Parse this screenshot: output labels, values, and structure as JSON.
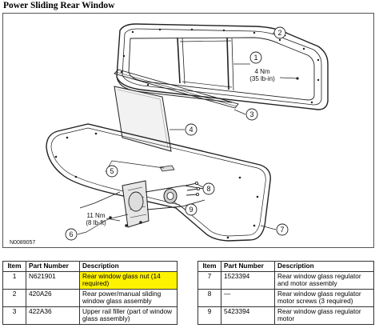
{
  "title": "Power Sliding Rear Window",
  "figure_id": "N0089057",
  "torques": [
    {
      "nm": "4 Nm",
      "lbf": "(35 lb-in)"
    },
    {
      "nm": "11 Nm",
      "lbf": "(8 lb-ft)"
    }
  ],
  "callouts": [
    "1",
    "2",
    "3",
    "4",
    "5",
    "6",
    "7",
    "8",
    "9"
  ],
  "table_headers": {
    "item": "Item",
    "part_number": "Part Number",
    "description": "Description"
  },
  "parts_left": [
    {
      "item": "1",
      "part_number": "N621901",
      "description": "Rear window glass nut (14 required)",
      "highlight": true
    },
    {
      "item": "2",
      "part_number": "420A26",
      "description": "Rear power/manual sliding window glass assembly",
      "highlight": false
    },
    {
      "item": "3",
      "part_number": "422A36",
      "description": "Upper rail filler (part of window glass assembly)",
      "highlight": false
    }
  ],
  "parts_right": [
    {
      "item": "7",
      "part_number": "1523394",
      "description": "Rear window glass regulator and motor assembly"
    },
    {
      "item": "8",
      "part_number": "—",
      "description": "Rear window glass regulator motor screws (3 required)"
    },
    {
      "item": "9",
      "part_number": "5423394",
      "description": "Rear window glass regulator motor"
    }
  ],
  "colors": {
    "highlight": "#fff200",
    "line": "#222222",
    "glass": "#f2f2f2"
  }
}
